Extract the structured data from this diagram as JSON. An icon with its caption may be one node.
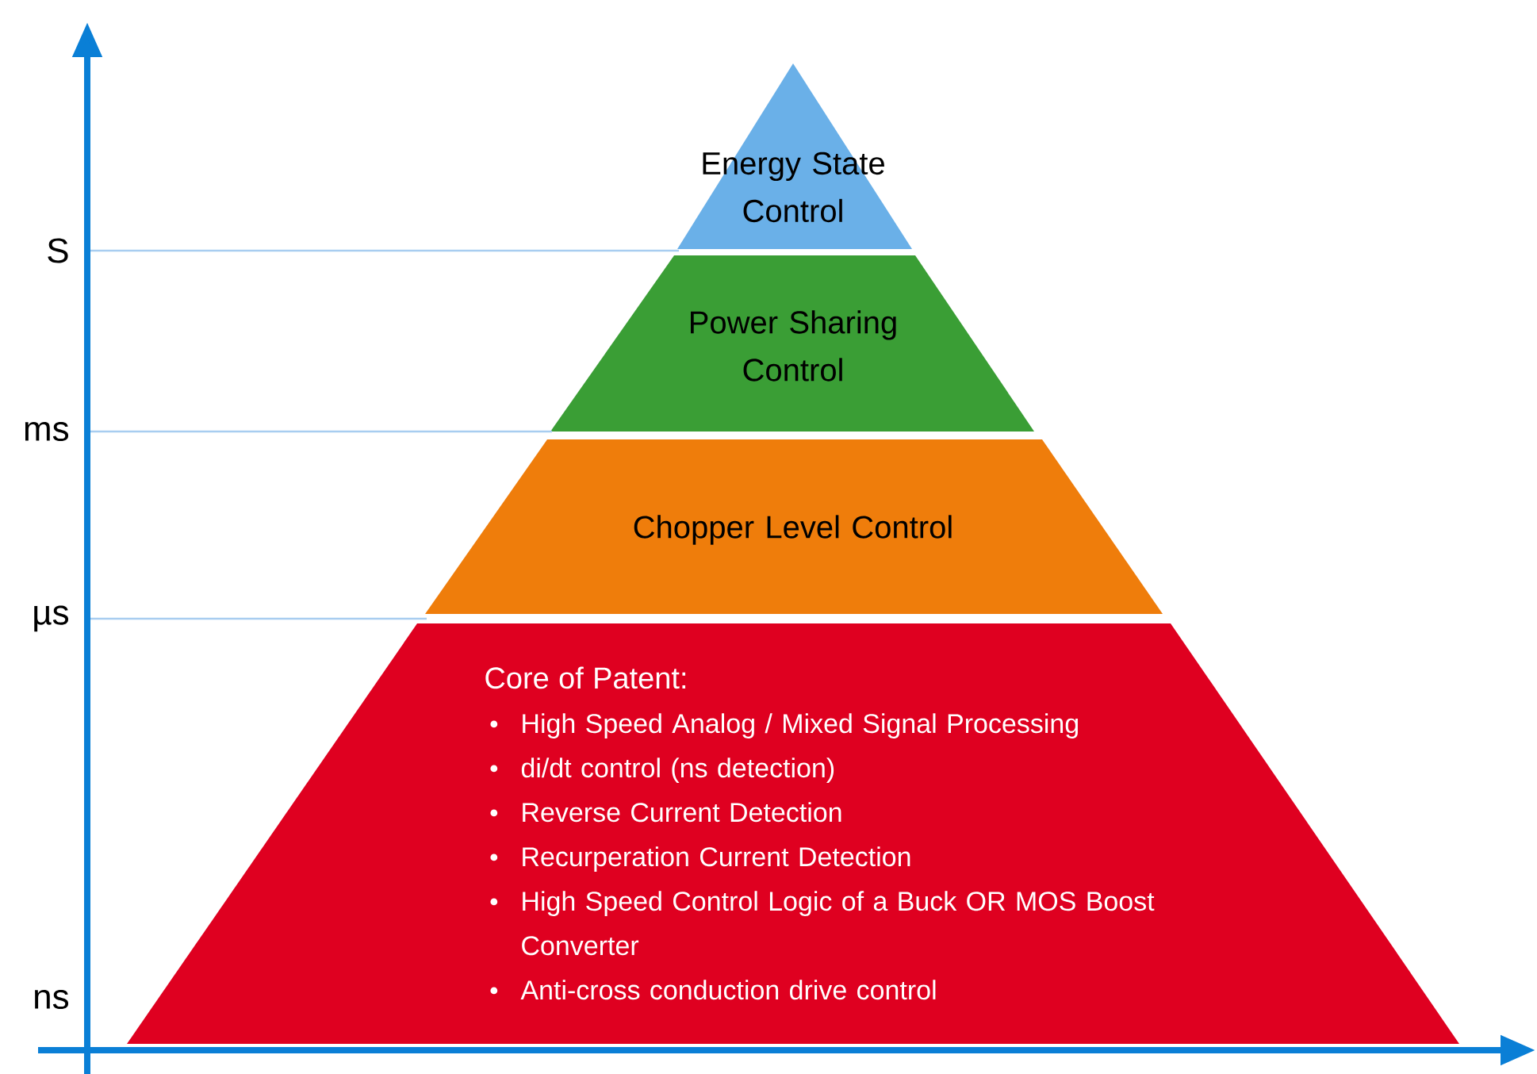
{
  "diagram": {
    "nodes": [
      {
        "text": [
          "Energy State Control"
        ]
      },
      {
        "text": [
          "Power Sharing Control"
        ]
      },
      {
        "text": [
          "Chopper Level Control"
        ]
      },
      {
        "text": [
          "Core of Patent:",
          "High Speed Analog / Mixed Signal Processing",
          "di/dt control (ns detection)",
          "Reverse Current Detection",
          "Recurperation Current Detection",
          "High Speed Control Logic of a Buck OR MOS Boost Converter",
          "Anti-cross conduction drive control"
        ]
      },
      {
        "text": [
          "S"
        ]
      },
      {
        "text": [
          "ms"
        ]
      },
      {
        "text": [
          "µs"
        ]
      },
      {
        "text": [
          "ns"
        ]
      }
    ],
    "edges": [
      {
        "from": 4,
        "to": 0,
        "arrow": "none"
      },
      {
        "from": 5,
        "to": 1,
        "arrow": "none"
      },
      {
        "from": 6,
        "to": 2,
        "arrow": "none"
      }
    ]
  }
}
